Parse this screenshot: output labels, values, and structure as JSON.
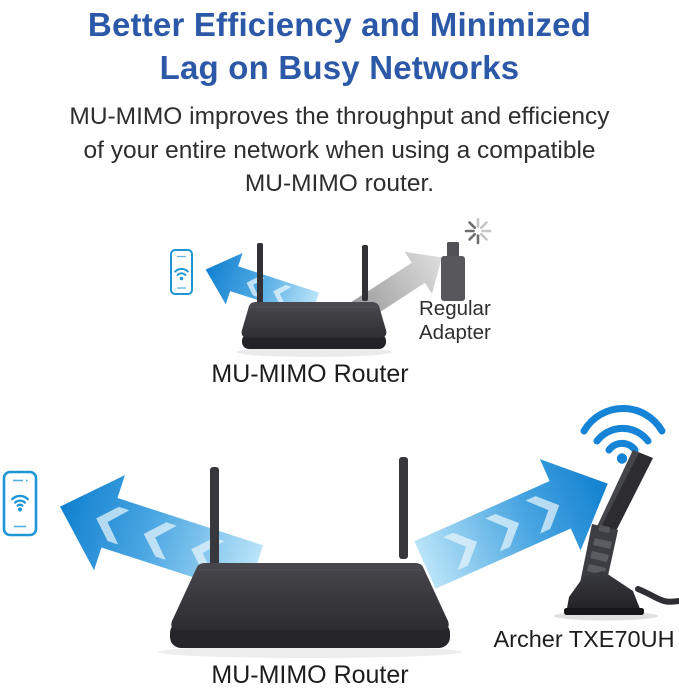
{
  "header": {
    "title_line1": "Better Efficiency and Minimized",
    "title_line2": "Lag on Busy Networks"
  },
  "subtitle": {
    "line1": "MU-MIMO improves the throughput and efficiency",
    "line2": "of your entire network when using a compatible",
    "line3": "MU-MIMO router."
  },
  "top_scene": {
    "router_label": "MU-MIMO Router",
    "adapter_label": "Regular\nAdapter",
    "icons": {
      "smartphone": "smartphone-outline-with-wifi",
      "loading": "loading-spinner-rays",
      "usb_adapter": "usb-dongle-silhouette",
      "blue_arrow": "signal-arrow-with-chevrons",
      "gray_arrow": "weak-signal-arrow"
    }
  },
  "bottom_scene": {
    "router_label": "MU-MIMO Router",
    "adapter_label": "Archer TXE70UH",
    "icons": {
      "smartphone": "smartphone-outline-with-wifi",
      "wifi_signal": "wifi-arcs-with-dot",
      "adapter_device": "archer-usb-adapter-on-dock",
      "blue_arrows": "signal-arrows-with-chevrons"
    }
  },
  "colors": {
    "title_blue": "#2c58a8",
    "body_text": "#2e2e2e",
    "arrow_blue_head": "#1080cf",
    "arrow_blue_tail": "#b9e4f8",
    "arrow_gray_head": "#dedede",
    "arrow_gray_tail": "#9e9e9e",
    "chevron_light": "#e8f6fd",
    "phone_outline_blue": "#1e96d4",
    "wifi_blue": "#1583d6",
    "device_dark": "#333338",
    "router_band_dark": "#232327"
  }
}
